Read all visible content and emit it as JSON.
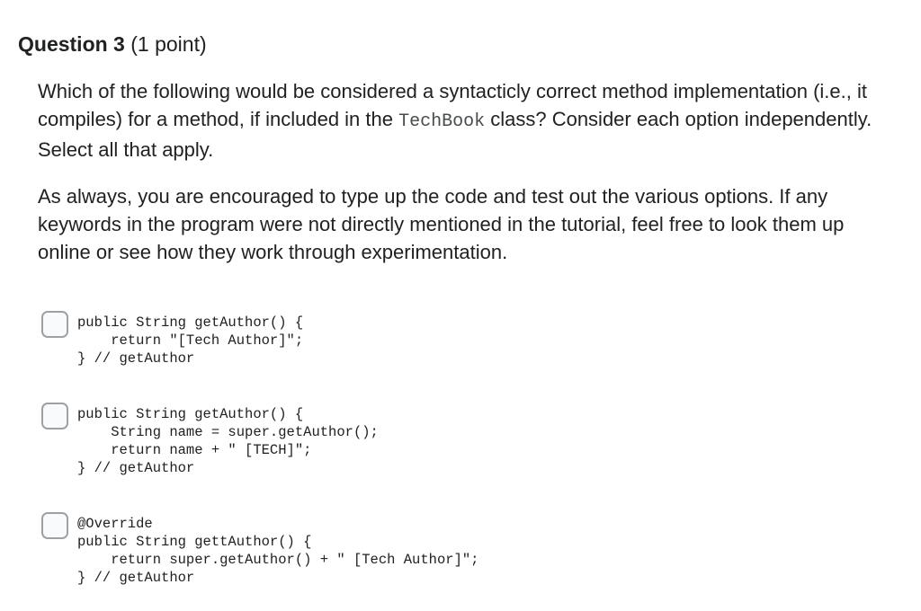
{
  "question": {
    "number_label": "Question 3",
    "points_label": "(1 point)"
  },
  "prompt": {
    "line1_before": "Which of the following would be considered a syntacticly correct method implementation (i.e., it compiles) for a method, if included in the ",
    "class_name": "TechBook",
    "line1_after": " class? Consider each option independently. Select all that apply.",
    "paragraph2": "As always, you are encouraged to type up the code and test out the various options. If any keywords in the program were not directly mentioned in the tutorial, feel free to look them up online or see how they work through experimentation."
  },
  "options": [
    {
      "checked": false,
      "code": "public String getAuthor() {\n    return \"[Tech Author]\";\n} // getAuthor"
    },
    {
      "checked": false,
      "code": "public String getAuthor() {\n    String name = super.getAuthor();\n    return name + \" [TECH]\";\n} // getAuthor"
    },
    {
      "checked": false,
      "code": "@Override\npublic String gettAuthor() {\n    return super.getAuthor() + \" [Tech Author]\";\n} // getAuthor"
    }
  ]
}
